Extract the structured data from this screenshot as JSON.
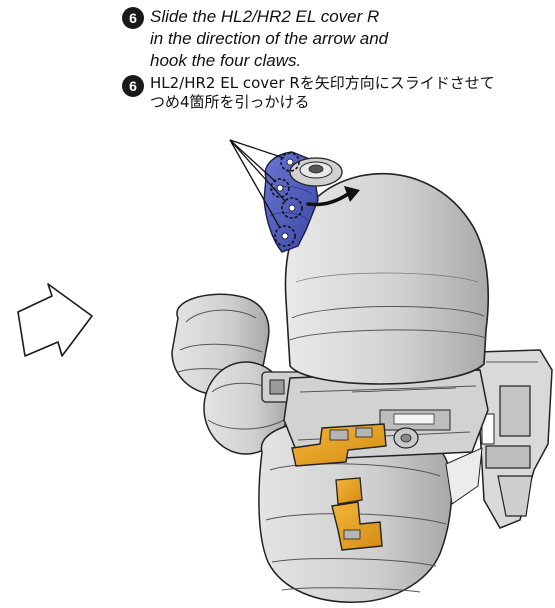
{
  "step": {
    "number": "6",
    "english_lines": [
      "Slide the HL2/HR2 EL cover R",
      "in the direction of the arrow and",
      "hook the four claws."
    ],
    "japanese_lines": [
      "HL2/HR2 EL cover Rを矢印方向にスライドさせて",
      "つめ4箇所を引っかける"
    ]
  },
  "colors": {
    "cover_blue": "#4a57b8",
    "bracket_orange": "#e8a020",
    "body_gray": "#d8d8d8",
    "outline": "#222222"
  },
  "icons": {
    "next_step_arrow": "hollow-right-arrow-icon",
    "slide_arrow": "curved-arrow-icon",
    "claw_markers": "dashed-circle-icon"
  }
}
